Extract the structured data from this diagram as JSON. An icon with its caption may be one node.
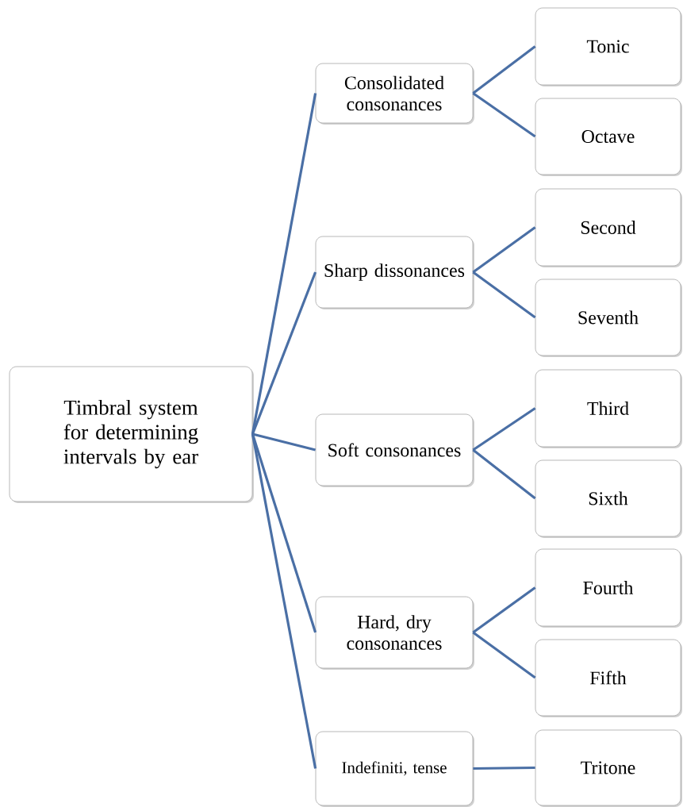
{
  "diagram": {
    "nodes": [
      {
        "text": [
          "Timbral system for determining intervals by ear"
        ]
      },
      {
        "text": [
          "Consolidated consonances"
        ]
      },
      {
        "text": [
          "Sharp dissonances"
        ]
      },
      {
        "text": [
          "Soft consonances"
        ]
      },
      {
        "text": [
          "Hard, dry consonances"
        ]
      },
      {
        "text": [
          "Indefiniti, tense"
        ]
      },
      {
        "text": [
          "Tonic"
        ]
      },
      {
        "text": [
          "Octave"
        ]
      },
      {
        "text": [
          "Second"
        ]
      },
      {
        "text": [
          "Seventh"
        ]
      },
      {
        "text": [
          "Third"
        ]
      },
      {
        "text": [
          "Sixth"
        ]
      },
      {
        "text": [
          "Fourth"
        ]
      },
      {
        "text": [
          "Fifth"
        ]
      },
      {
        "text": [
          "Tritone"
        ]
      }
    ],
    "edges": [
      {
        "from": 0,
        "to": 1,
        "arrow": "none"
      },
      {
        "from": 0,
        "to": 2,
        "arrow": "none"
      },
      {
        "from": 0,
        "to": 3,
        "arrow": "none"
      },
      {
        "from": 0,
        "to": 4,
        "arrow": "none"
      },
      {
        "from": 0,
        "to": 5,
        "arrow": "none"
      },
      {
        "from": 1,
        "to": 6,
        "arrow": "none"
      },
      {
        "from": 1,
        "to": 7,
        "arrow": "none"
      },
      {
        "from": 2,
        "to": 8,
        "arrow": "none"
      },
      {
        "from": 2,
        "to": 9,
        "arrow": "none"
      },
      {
        "from": 3,
        "to": 10,
        "arrow": "none"
      },
      {
        "from": 3,
        "to": 11,
        "arrow": "none"
      },
      {
        "from": 4,
        "to": 12,
        "arrow": "none"
      },
      {
        "from": 4,
        "to": 13,
        "arrow": "none"
      },
      {
        "from": 5,
        "to": 14,
        "arrow": "none"
      }
    ]
  }
}
